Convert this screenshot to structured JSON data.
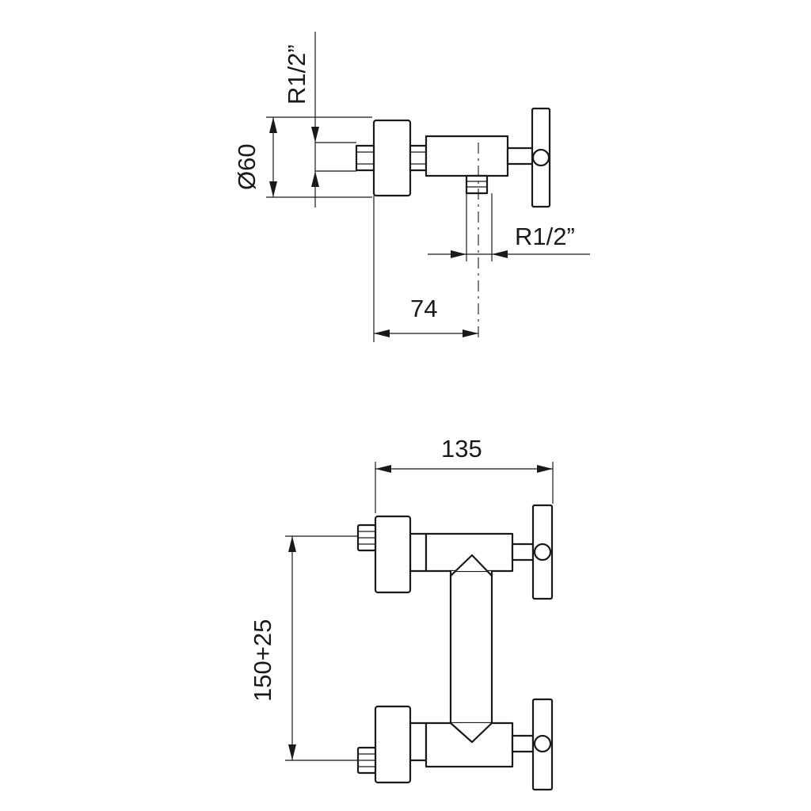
{
  "side_view": {
    "inlet_thread": "R1/2”",
    "diameter": "Ø60",
    "outlet_thread": "R1/2”",
    "depth": "74"
  },
  "front_view": {
    "width": "135",
    "center_distance": "150+25"
  },
  "colors": {
    "line": "#1a1a1a",
    "background": "#ffffff"
  }
}
